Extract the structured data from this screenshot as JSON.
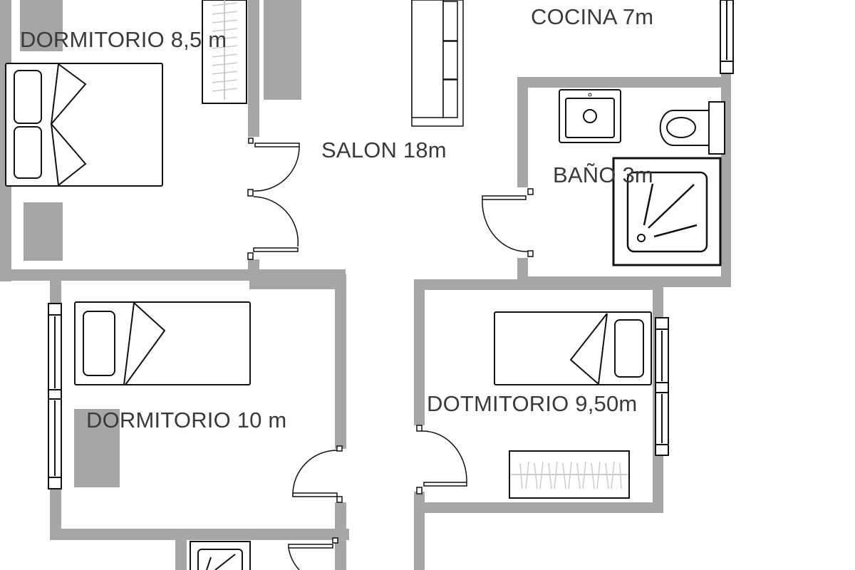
{
  "plan": {
    "wall_color": "#a6a6a6",
    "line_color": "#111111",
    "text_color": "#3a3a3a",
    "rooms": [
      {
        "name": "DORMITORIO",
        "area": "8,5 m",
        "label": "DORMITORIO 8,5 m"
      },
      {
        "name": "COCINA",
        "area": "7m",
        "label": "COCINA 7m"
      },
      {
        "name": "SALON",
        "area": "18m",
        "label": "SALON 18m"
      },
      {
        "name": "BAÑO",
        "area": "3m",
        "label": "BAÑO 3m"
      },
      {
        "name": "DORMITORIO",
        "area": "10 m",
        "label": "DORMITORIO 10 m"
      },
      {
        "name": "DOTMITORIO",
        "area": "9,50m",
        "label": "DOTMITORIO 9,50m"
      }
    ],
    "furniture": [
      {
        "type": "double-bed",
        "room": "DORMITORIO 8,5 m"
      },
      {
        "type": "wardrobe",
        "room": "DORMITORIO 8,5 m"
      },
      {
        "type": "sofa",
        "room": "SALON 18m"
      },
      {
        "type": "sink",
        "room": "BAÑO 3m"
      },
      {
        "type": "toilet",
        "room": "BAÑO 3m"
      },
      {
        "type": "shower",
        "room": "BAÑO 3m"
      },
      {
        "type": "single-bed",
        "room": "DORMITORIO 10 m"
      },
      {
        "type": "single-bed",
        "room": "DOTMITORIO 9,50m"
      },
      {
        "type": "wardrobe",
        "room": "DOTMITORIO 9,50m"
      }
    ]
  }
}
